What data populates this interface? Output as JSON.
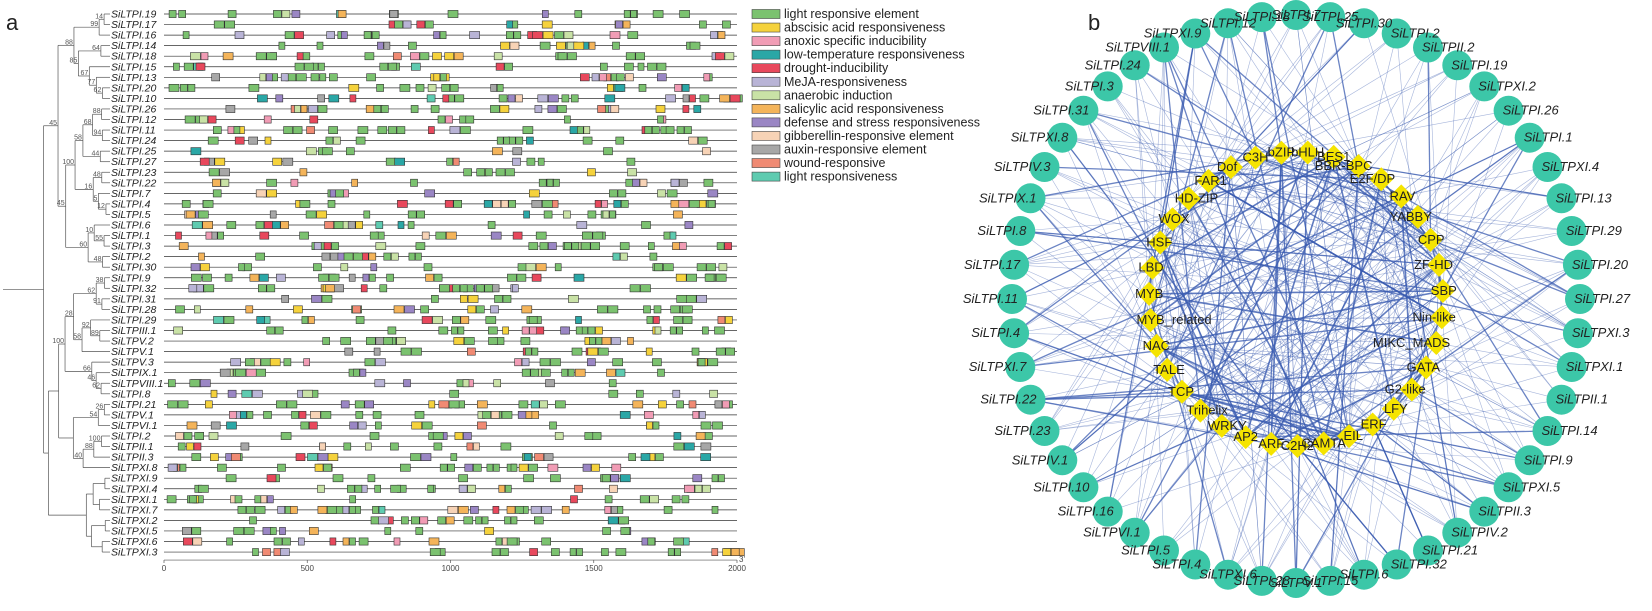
{
  "panels": {
    "a": "a",
    "b": "b"
  },
  "genes": [
    "SiLTPI.19",
    "SiLTPI.17",
    "SiLTPI.16",
    "SiLTPI.14",
    "SiLTPI.18",
    "SiLTPI.15",
    "SiLTPI.13",
    "SiLTPI.20",
    "SiLTPI.10",
    "SiLTPI.26",
    "SiLTPI.12",
    "SiLTPI.11",
    "SiLTPI.24",
    "SiLTPI.25",
    "SiLTPI.27",
    "SiLTPI.23",
    "SiLTPI.22",
    "SiLTPI.7",
    "SiLTPI.4",
    "SiLTPI.5",
    "SiLTPI.6",
    "SiLTPI.1",
    "SiLTPI.3",
    "SiLTPI.2",
    "SiLTPI.30",
    "SiLTPI.9",
    "SiLTPI.32",
    "SiLTPI.31",
    "SiLTPI.28",
    "SiLTPI.29",
    "SiLTPIII.1",
    "SiLTPV.2",
    "SiLTPV.1",
    "SiLTPV.3",
    "SiLTPIX.1",
    "SiLTPVIII.1",
    "SiLTPI.8",
    "SiLTPI.21",
    "SiLTPV.1",
    "SiLTPVI.1",
    "SiLTPI.2",
    "SiLTPII.1",
    "SiLTPII.3",
    "SiLTPXI.8",
    "SiLTPXI.9",
    "SiLTPXI.4",
    "SiLTPXI.1",
    "SiLTPXI.7",
    "SiLTPXI.2",
    "SiLTPXI.5",
    "SiLTPXI.6",
    "SiLTPXI.3"
  ],
  "bootstrap": [
    "14",
    "99",
    "64",
    "62",
    "77",
    "67",
    "85",
    "88",
    "88",
    "94",
    "68",
    "44",
    "58",
    "48",
    "12",
    "5",
    "16",
    "100",
    "55",
    "10",
    "48",
    "60",
    "45",
    "45",
    "38",
    "91",
    "62",
    "89",
    "92",
    "58",
    "28",
    "62",
    "46",
    "66",
    "100",
    "26",
    "54",
    "100",
    "88",
    "40"
  ],
  "axis": {
    "ticks": [
      0,
      500,
      1000,
      1500,
      2000
    ],
    "prime_label": "3'",
    "range": [
      0,
      2000
    ]
  },
  "legend": [
    {
      "label": "light responsive element",
      "color": "#7bc26f"
    },
    {
      "label": "abscisic acid responsiveness",
      "color": "#f5d23c"
    },
    {
      "label": "anoxic specific inducibility",
      "color": "#f19cb5"
    },
    {
      "label": "low-temperature responsiveness",
      "color": "#2aa7a6"
    },
    {
      "label": "drought-inducibility",
      "color": "#e8485c"
    },
    {
      "label": "MeJA-responsiveness",
      "color": "#b9b4d6"
    },
    {
      "label": "anaerobic induction",
      "color": "#c9e2a6"
    },
    {
      "label": "salicylic acid responsiveness",
      "color": "#f4b45a"
    },
    {
      "label": "defense and stress responsiveness",
      "color": "#9a86c4"
    },
    {
      "label": "gibberellin-responsive element",
      "color": "#f7d3b6"
    },
    {
      "label": "auxin-responsive element",
      "color": "#a7a7a7"
    },
    {
      "label": "wound-responsive",
      "color": "#f08a73"
    },
    {
      "label": "light responsiveness",
      "color": "#5ecbb0"
    }
  ],
  "network": {
    "outer_nodes": [
      "SiLTPI.7",
      "SiLTPI.25",
      "SiLTPI.30",
      "SiLTPI.2",
      "SiLTPII.2",
      "SiLTPI.19",
      "SiLTPXI.2",
      "SiLTPI.26",
      "SiLTPI.1",
      "SiLTPXI.4",
      "SiLTPI.13",
      "SiLTPI.29",
      "SiLTPI.20",
      "SiLTPI.27",
      "SiLTPXI.3",
      "SiLTPXI.1",
      "SiLTPII.1",
      "SiLTPI.14",
      "SiLTPI.9",
      "SiLTPXI.5",
      "SiLTPII.3",
      "SiLTPIV.2",
      "SiLTPI.21",
      "SiLTPI.32",
      "SiLTPI.6",
      "SiLTPI.15",
      "SiLTPV.1",
      "SiLTPI.28",
      "SiLTPXI.6",
      "SiLTPI.4",
      "SiLTPI.5",
      "SiLTPVI.1",
      "SiLTPI.16",
      "SiLTPI.10",
      "SiLTPIV.1",
      "SiLTPI.23",
      "SiLTPI.22",
      "SiLTPXI.7",
      "SiLTPI.4",
      "SiLTPI.11",
      "SiLTPI.17",
      "SiLTPI.8",
      "SiLTPIX.1",
      "SiLTPIV.3",
      "SiLTPXI.8",
      "SiLTPI.31",
      "SiLTPI.3",
      "SiLTPI.24",
      "SiLTPVIII.1",
      "SiLTPXI.9",
      "SiLTPI.12",
      "SiLTPI.18"
    ],
    "tf_nodes": [
      "bHLH",
      "BES1",
      "BBR-BPC",
      "E2F/DP",
      "RAV",
      "YABBY",
      "CPP",
      "ZF-HD",
      "SBP",
      "Nin-like",
      "MIKC_MADS",
      "GATA",
      "G2-like",
      "LFY",
      "ERF",
      "EIL",
      "CAMTA",
      "C2H2",
      "ARF",
      "AP2",
      "WRKY",
      "Trihelix",
      "TCP",
      "TALE",
      "NAC",
      "MYB_related",
      "MYB",
      "LBD",
      "HSF",
      "WOX",
      "HD-ZIP",
      "FAR1",
      "Dof",
      "C3H",
      "bZIP"
    ],
    "colors": {
      "ltp": "#3cc7a8",
      "tf": "#f5e400",
      "edge": "#3a5bb0"
    }
  }
}
